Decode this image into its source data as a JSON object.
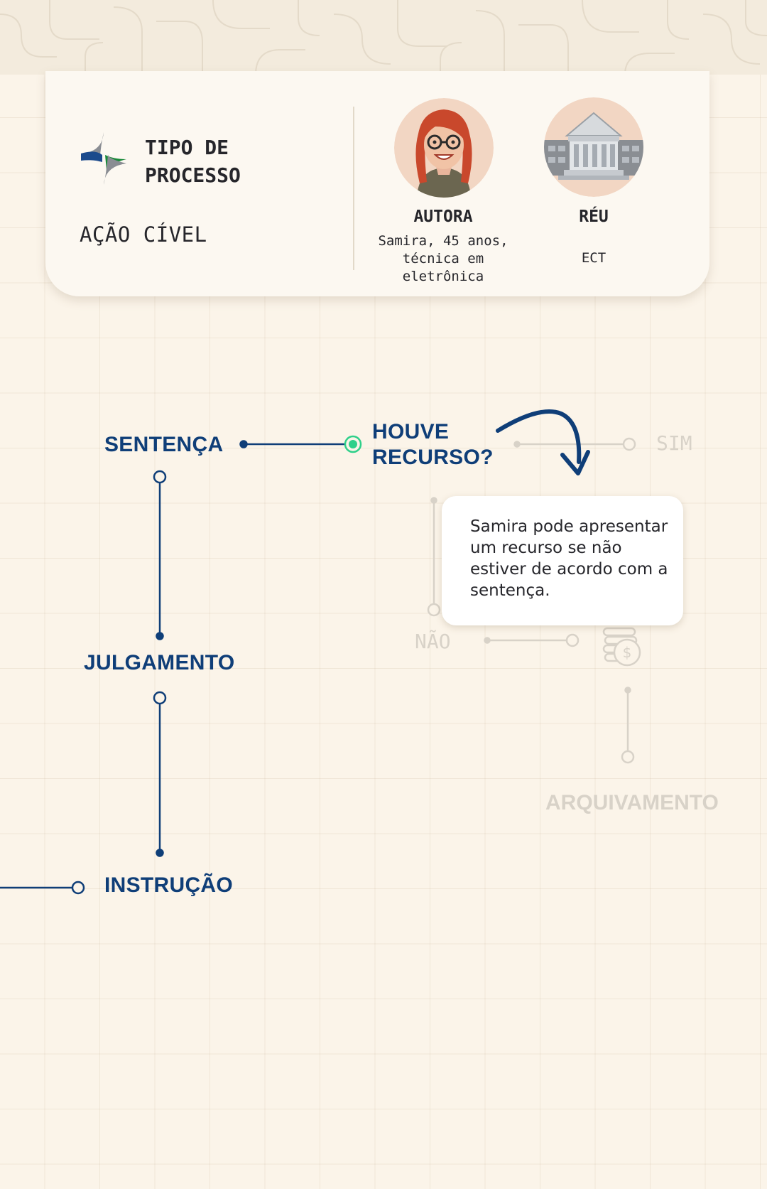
{
  "header": {
    "tipo_title": "TIPO DE\nPROCESSO",
    "tipo_value": "AÇÃO CÍVEL"
  },
  "parties": {
    "autora": {
      "label": "AUTORA",
      "description": "Samira, 45 anos, técnica em eletrônica",
      "icon": "woman-avatar-icon"
    },
    "reu": {
      "label": "RÉU",
      "description": "ECT",
      "icon": "courthouse-icon"
    }
  },
  "flow": {
    "sentenca": "SENTENÇA",
    "houve_recurso": "HOUVE\nRECURSO?",
    "julgamento": "JULGAMENTO",
    "instrucao": "INSTRUÇÃO",
    "sim": "SIM",
    "nao": "NÃO",
    "arquivamento": "ARQUIVAMENTO"
  },
  "tooltip": {
    "text": "Samira pode apresentar um recurso se não estiver de acordo com a sentença."
  },
  "colors": {
    "primary": "#0f3e78",
    "active": "#2fd08a",
    "faded": "#d8d2c8",
    "background": "#fbf4e9"
  }
}
